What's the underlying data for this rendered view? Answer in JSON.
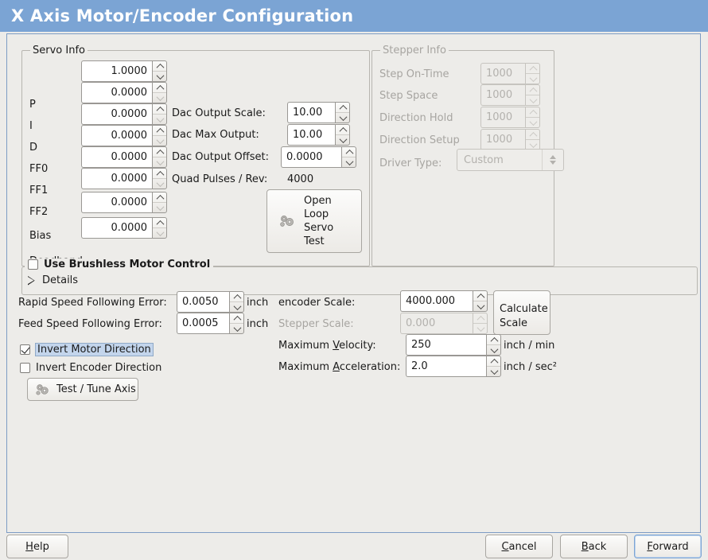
{
  "window": {
    "title": "X Axis Motor/Encoder Configuration"
  },
  "servo": {
    "frame_title": "Servo Info",
    "rows": [
      {
        "label": "P",
        "value": "1.0000",
        "down_enabled": true
      },
      {
        "label": "I",
        "value": "0.0000",
        "down_enabled": false
      },
      {
        "label": "D",
        "value": "0.0000",
        "down_enabled": false
      },
      {
        "label": "FF0",
        "value": "0.0000",
        "down_enabled": false
      },
      {
        "label": "FF1",
        "value": "0.0000",
        "down_enabled": false
      },
      {
        "label": "FF2",
        "value": "0.0000",
        "down_enabled": false
      },
      {
        "label": "Bias",
        "value": "0.0000",
        "down_enabled": false
      },
      {
        "label": "Deadband",
        "value": "0.0000",
        "down_enabled": false
      }
    ],
    "dac": [
      {
        "label": "Dac Output Scale:",
        "value": "10.00"
      },
      {
        "label": "Dac Max Output:",
        "value": "10.00"
      },
      {
        "label": "Dac Output Offset:",
        "value": "0.0000"
      }
    ],
    "quad_label": "Quad Pulses / Rev:",
    "quad_value": "4000",
    "open_loop_button": "Open\nLoop\nServo\nTest",
    "open_loop_lines": [
      "Open",
      "Loop",
      "Servo",
      "Test"
    ]
  },
  "stepper": {
    "frame_title": "Stepper Info",
    "disabled": true,
    "rows": [
      {
        "label": "Step On-Time",
        "value": "1000"
      },
      {
        "label": "Step Space",
        "value": "1000"
      },
      {
        "label": "Direction Hold",
        "value": "1000"
      },
      {
        "label": "Direction Setup",
        "value": "1000"
      }
    ],
    "driver_label": "Driver Type:",
    "driver_value": "Custom"
  },
  "brushless": {
    "checkbox_label": "Use Brushless Motor Control",
    "checked": false,
    "details_label": "Details",
    "expanded": false
  },
  "tuning": {
    "rapid_label": "Rapid Speed Following Error:",
    "rapid_value": "0.0050",
    "rapid_unit": "inch",
    "feed_label": "Feed Speed Following Error:",
    "feed_value": "0.0005",
    "feed_unit": "inch",
    "invert_motor_label": "Invert Motor Direction",
    "invert_motor_checked": true,
    "invert_encoder_label": "Invert Encoder Direction",
    "invert_encoder_checked": false,
    "test_tune_button": "Test / Tune Axis"
  },
  "scales": {
    "encoder_label": "encoder Scale:",
    "encoder_value": "4000.000",
    "stepper_label": "Stepper Scale:",
    "stepper_value": "0.000",
    "stepper_disabled": true,
    "calculate_lines": [
      "Calculate",
      "Scale"
    ],
    "max_velocity_label_pre": "Maximum ",
    "max_velocity_mnemonic": "V",
    "max_velocity_label_post": "elocity:",
    "max_velocity_value": "250",
    "max_velocity_unit": "inch / min",
    "max_accel_label_pre": "Maximum ",
    "max_accel_mnemonic": "A",
    "max_accel_label_post": "cceleration:",
    "max_accel_value": "2.0",
    "max_accel_unit": "inch / sec²"
  },
  "footer": {
    "help": {
      "pre": "",
      "mn": "H",
      "post": "elp"
    },
    "cancel": {
      "pre": "",
      "mn": "C",
      "post": "ancel"
    },
    "back": {
      "pre": "",
      "mn": "B",
      "post": "ack"
    },
    "forward": {
      "pre": "",
      "mn": "F",
      "post": "orward"
    }
  },
  "colors": {
    "titlebar": "#7ba4d4",
    "background": "#edece9",
    "panel_border": "#7d9cc4",
    "selection": "#c3d5ec"
  }
}
